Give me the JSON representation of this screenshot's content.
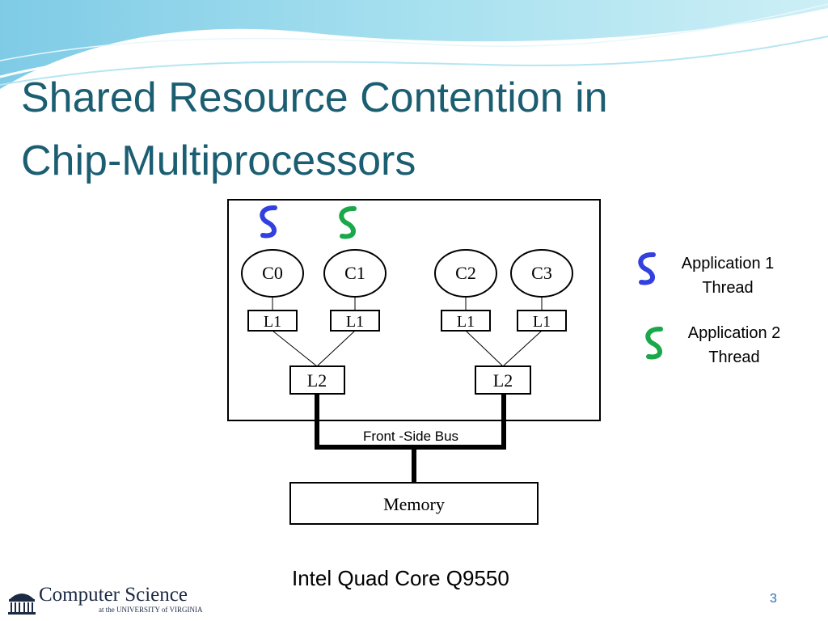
{
  "slide": {
    "title_line1": "Shared Resource Contention in",
    "title_line2": "Chip-Multiprocessors",
    "caption": "Intel Quad Core Q9550",
    "page_number": "3"
  },
  "diagram": {
    "cores": [
      "C0",
      "C1",
      "C2",
      "C3"
    ],
    "l1_label": "L1",
    "l2_label": "L2",
    "bus_label": "Front -Side Bus",
    "memory_label": "Memory",
    "threads": [
      {
        "core": "C0",
        "app": 1
      },
      {
        "core": "C1",
        "app": 2
      }
    ]
  },
  "legend": [
    {
      "line1": "Application 1",
      "line2": "Thread",
      "color": "#3340e0"
    },
    {
      "line1": "Application 2",
      "line2": "Thread",
      "color": "#1ba84a"
    }
  ],
  "logo": {
    "main": "Computer Science",
    "sub": "at the UNIVERSITY of VIRGINIA"
  },
  "colors": {
    "title": "#1b5e72",
    "app1": "#3340e0",
    "app2": "#1ba84a"
  }
}
